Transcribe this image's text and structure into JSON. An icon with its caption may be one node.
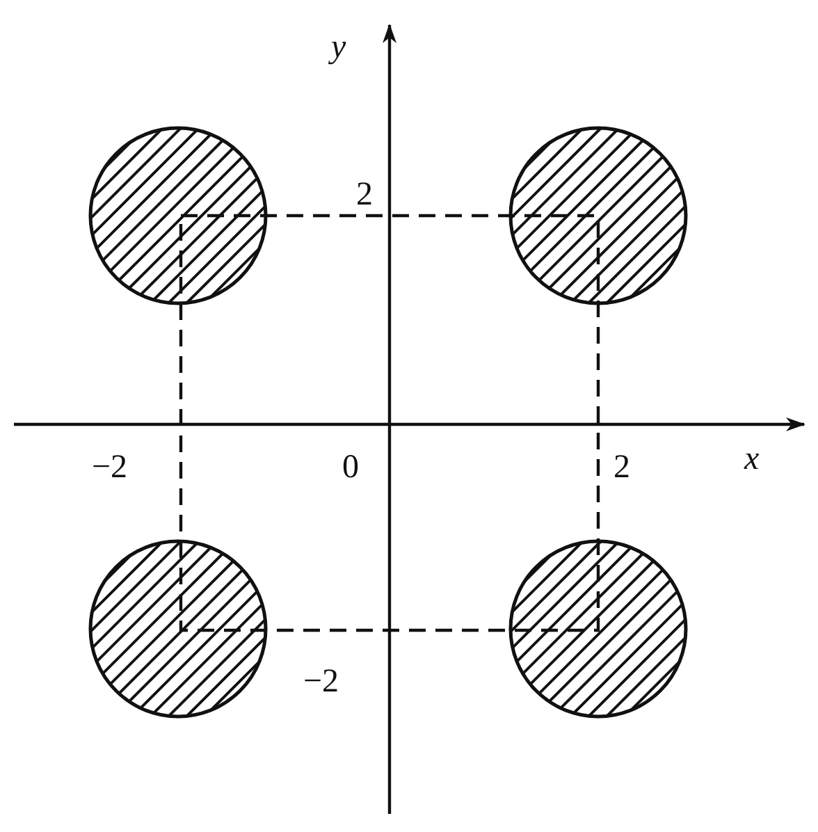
{
  "diagram": {
    "labels": [
      "y",
      "2",
      "−2",
      "0",
      "2",
      "x",
      "−2"
    ]
  }
}
